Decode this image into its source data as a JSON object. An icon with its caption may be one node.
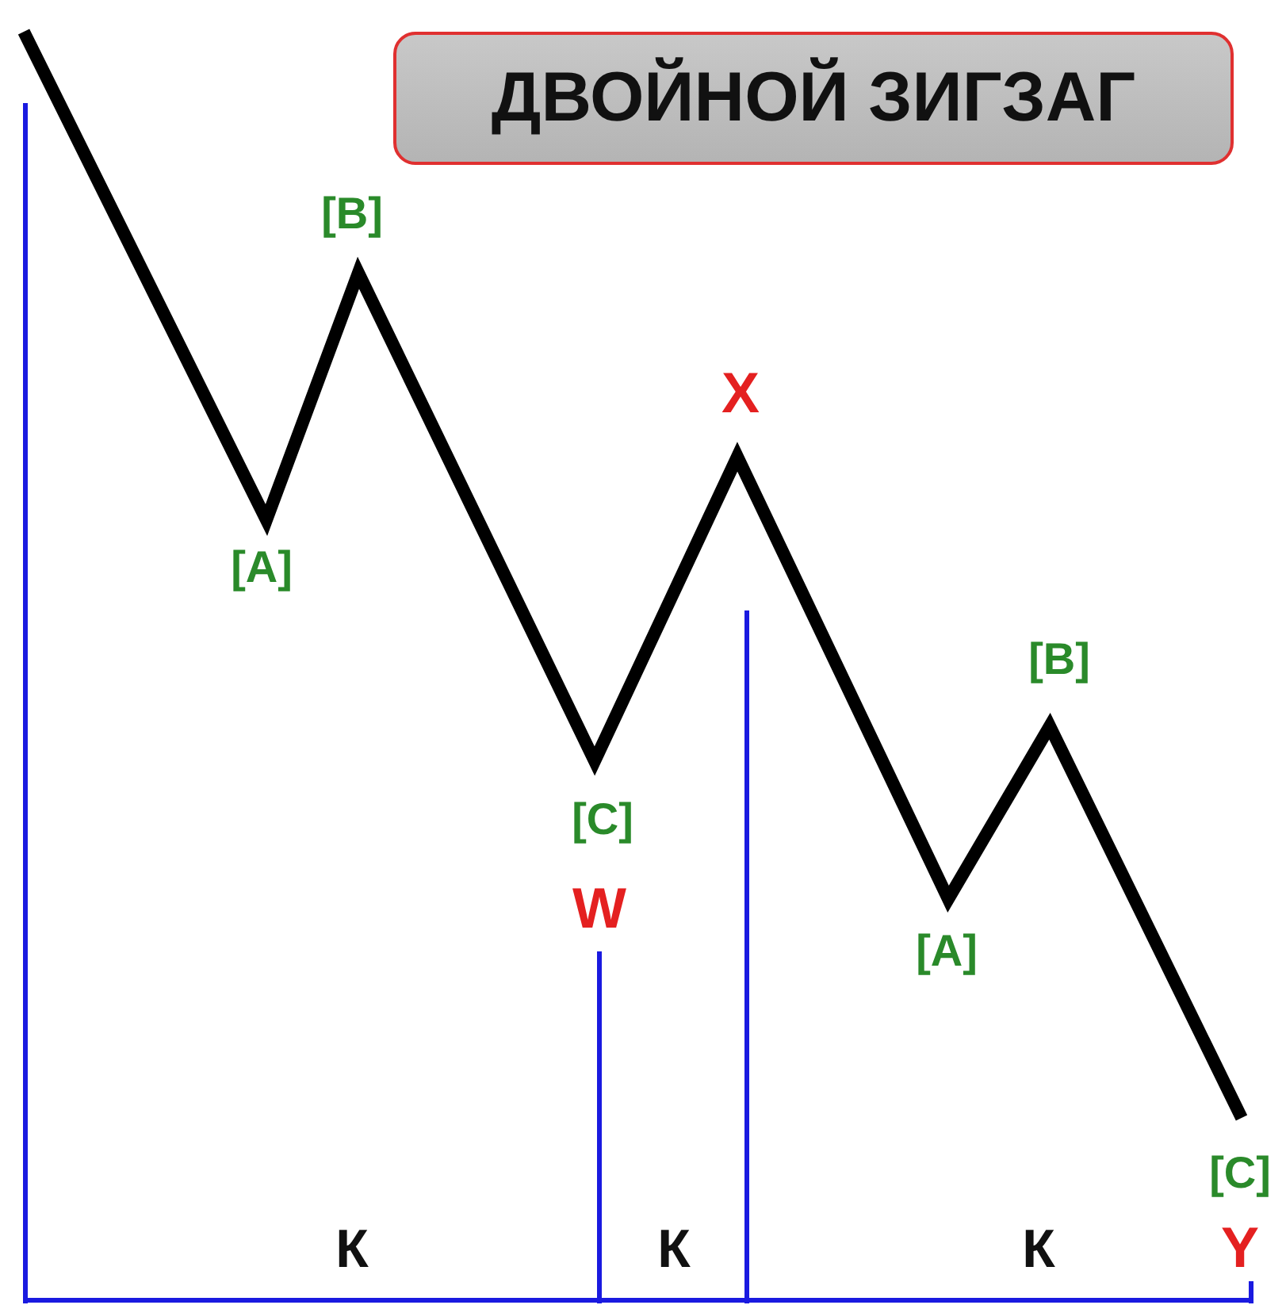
{
  "diagram": {
    "nodes": [
      {
        "text": [
          "ДВОЙНОЙ ЗИГЗАГ"
        ]
      }
    ],
    "labels": [
      "[B]",
      "[A]",
      "X",
      "[C]",
      "W",
      "[B]",
      "[A]",
      "[C]",
      "Y",
      "К",
      "К",
      "К"
    ]
  }
}
